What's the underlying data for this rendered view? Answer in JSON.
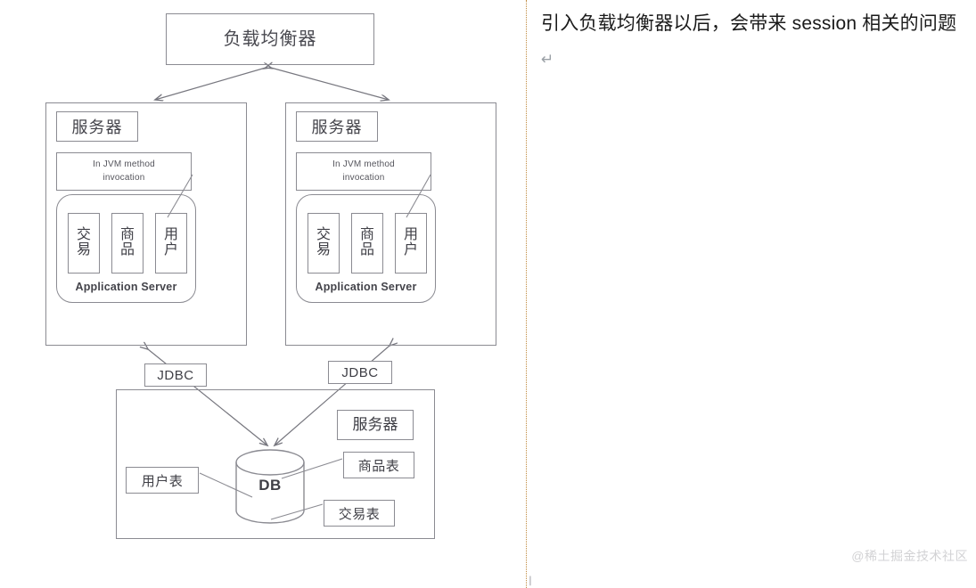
{
  "diagram": {
    "load_balancer": {
      "label": "负载均衡器"
    },
    "servers": [
      {
        "title": "服务器",
        "jvm_label": "In JVM method\ninvocation",
        "app_server_label": "Application Server",
        "modules": [
          "交易",
          "商品",
          "用户"
        ]
      },
      {
        "title": "服务器",
        "jvm_label": "In JVM method\ninvocation",
        "app_server_label": "Application Server",
        "modules": [
          "交易",
          "商品",
          "用户"
        ]
      }
    ],
    "connectors": [
      {
        "name": "jdbc-left",
        "label": "JDBC"
      },
      {
        "name": "jdbc-right",
        "label": "JDBC"
      }
    ],
    "database": {
      "server_title": "服务器",
      "cylinder_label": "DB",
      "tables": [
        {
          "name": "user-table",
          "label": "用户表"
        },
        {
          "name": "product-table",
          "label": "商品表"
        },
        {
          "name": "trade-table",
          "label": "交易表"
        }
      ]
    }
  },
  "note": {
    "text": "引入负载均衡器以后，会带来 session 相关的问题",
    "pilcrow": "↵"
  },
  "watermark": {
    "text": "@稀土掘金技术社区"
  },
  "caret": {
    "glyph": "▎"
  },
  "colors": {
    "stroke": "#8b8b92",
    "text": "#3d3d44",
    "divider": "#c08a3e",
    "watermark": "#d2d2d4",
    "background": "#ffffff"
  }
}
